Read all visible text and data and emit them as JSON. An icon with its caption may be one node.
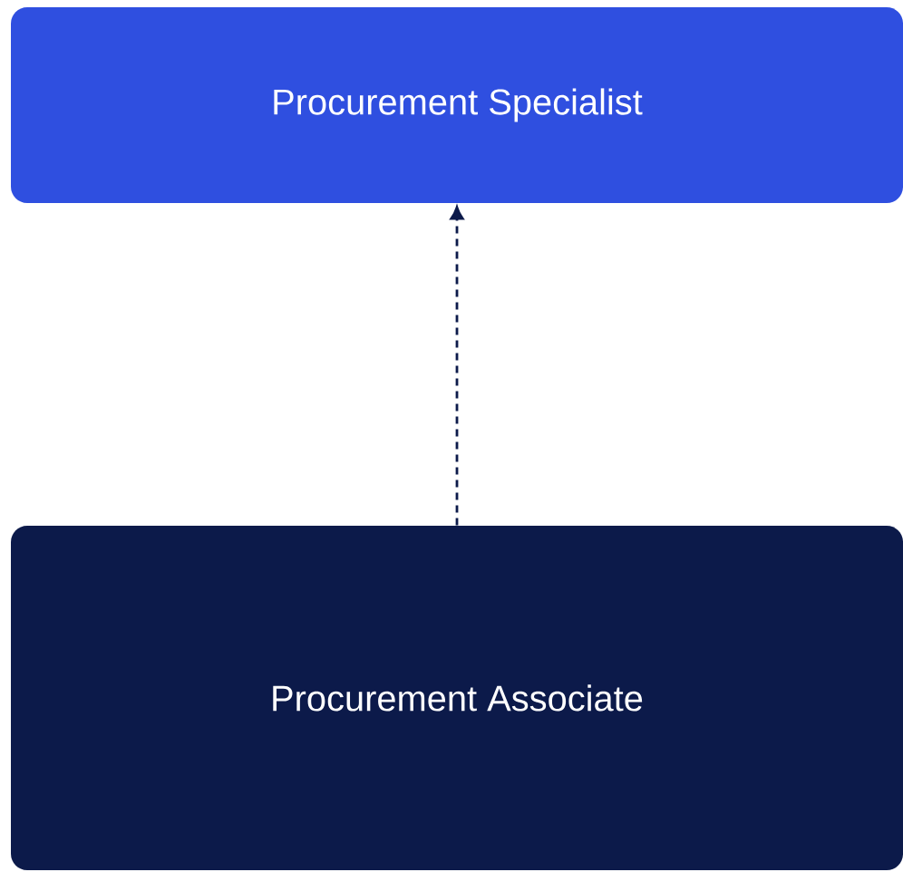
{
  "diagram": {
    "nodes": [
      {
        "text": [
          "Procurement Specialist"
        ]
      },
      {
        "text": [
          "Procurement Associate"
        ]
      }
    ],
    "edges": [
      {
        "from": 1,
        "to": 0,
        "arrow": "to",
        "style": "dashed"
      }
    ]
  }
}
